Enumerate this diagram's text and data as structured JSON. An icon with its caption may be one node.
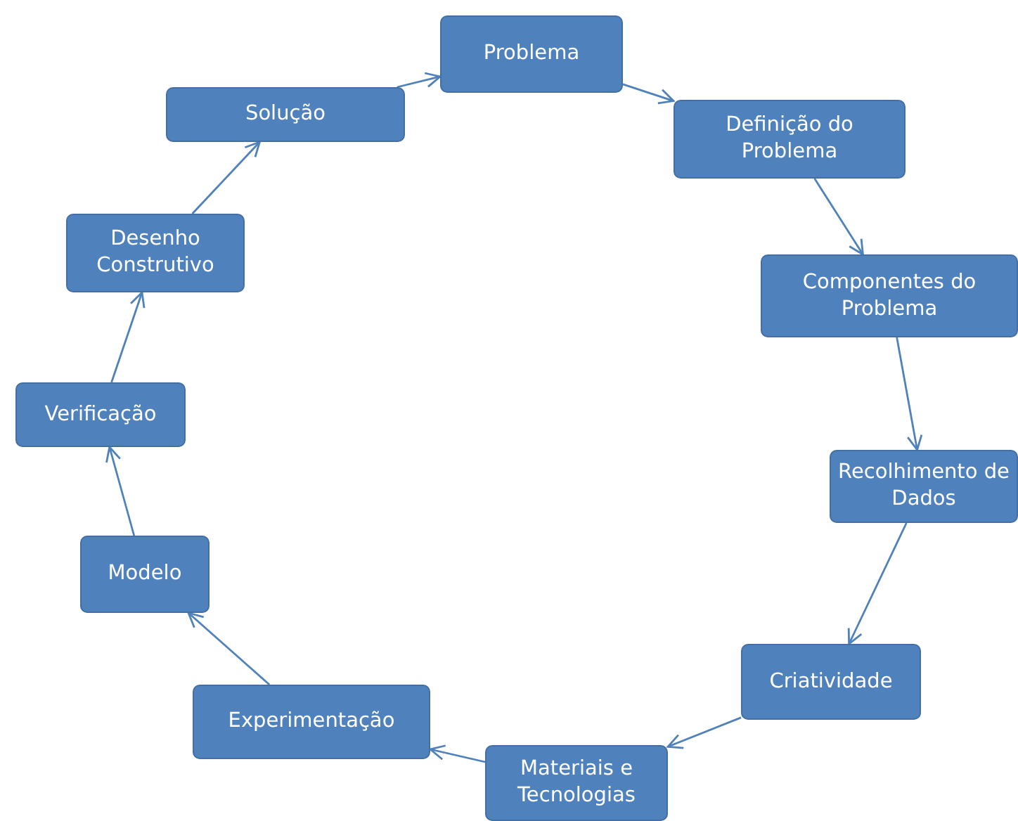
{
  "diagram": {
    "nodes": [
      {
        "text": [
          "Problema"
        ]
      },
      {
        "text": [
          "Definição do Problema"
        ]
      },
      {
        "text": [
          "Componentes do Problema"
        ]
      },
      {
        "text": [
          "Recolhimento de Dados"
        ]
      },
      {
        "text": [
          "Criatividade"
        ]
      },
      {
        "text": [
          "Materiais e Tecnologias"
        ]
      },
      {
        "text": [
          "Experimentação"
        ]
      },
      {
        "text": [
          "Modelo"
        ]
      },
      {
        "text": [
          "Verificação"
        ]
      },
      {
        "text": [
          "Desenho Construtivo"
        ]
      },
      {
        "text": [
          "Solução"
        ]
      }
    ],
    "edges": [
      {
        "from": 0,
        "to": 1,
        "arrow": "to"
      },
      {
        "from": 1,
        "to": 2,
        "arrow": "to"
      },
      {
        "from": 2,
        "to": 3,
        "arrow": "to"
      },
      {
        "from": 3,
        "to": 4,
        "arrow": "to"
      },
      {
        "from": 4,
        "to": 5,
        "arrow": "to"
      },
      {
        "from": 5,
        "to": 6,
        "arrow": "to"
      },
      {
        "from": 6,
        "to": 7,
        "arrow": "to"
      },
      {
        "from": 7,
        "to": 8,
        "arrow": "to"
      },
      {
        "from": 8,
        "to": 9,
        "arrow": "to"
      },
      {
        "from": 9,
        "to": 10,
        "arrow": "to"
      },
      {
        "from": 10,
        "to": 0,
        "arrow": "to"
      }
    ]
  }
}
